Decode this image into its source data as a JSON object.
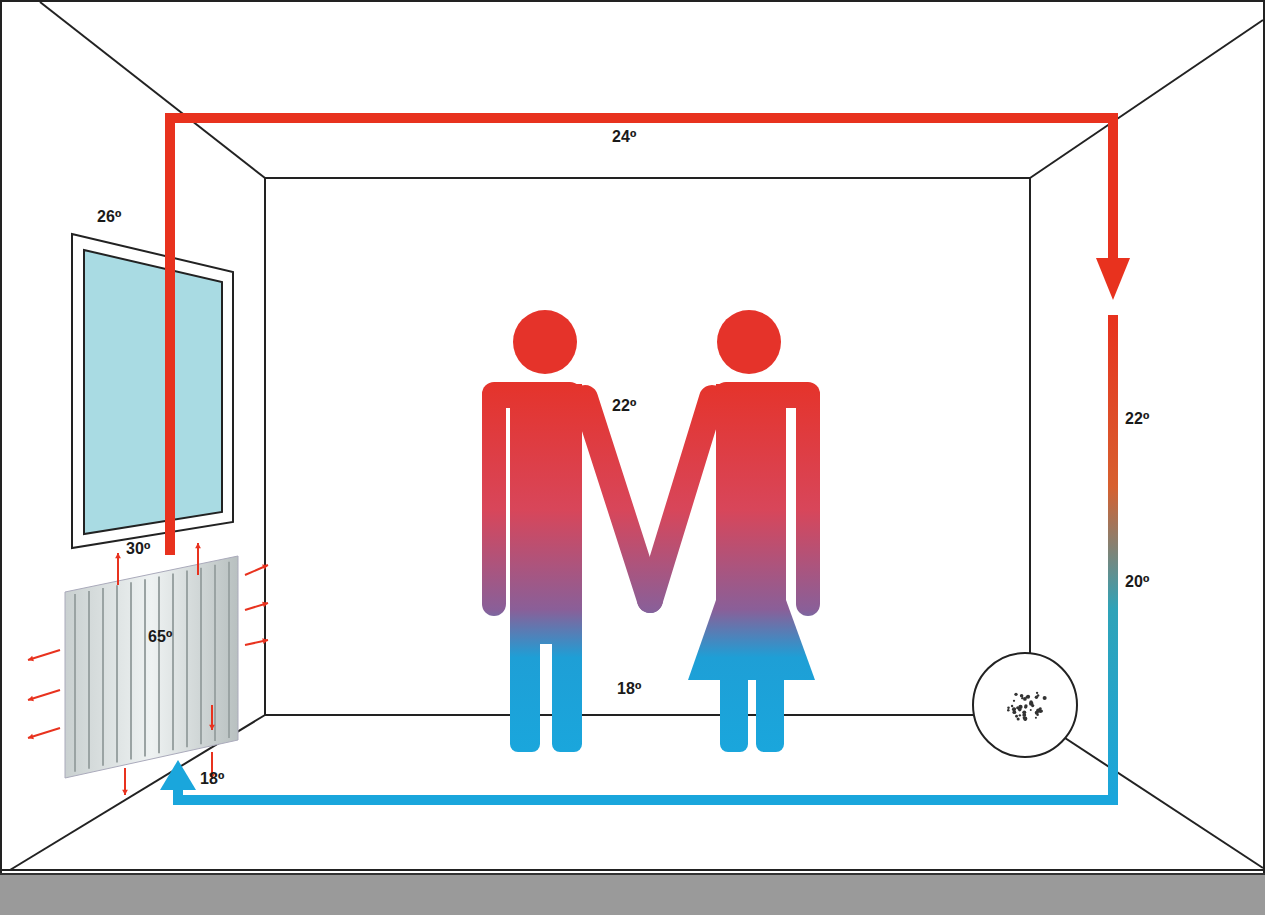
{
  "diagram": {
    "labels": [
      "24⁰",
      "26⁰",
      "22⁰",
      "22⁰",
      "30⁰",
      "65⁰",
      "20⁰",
      "18⁰",
      "18⁰"
    ]
  }
}
